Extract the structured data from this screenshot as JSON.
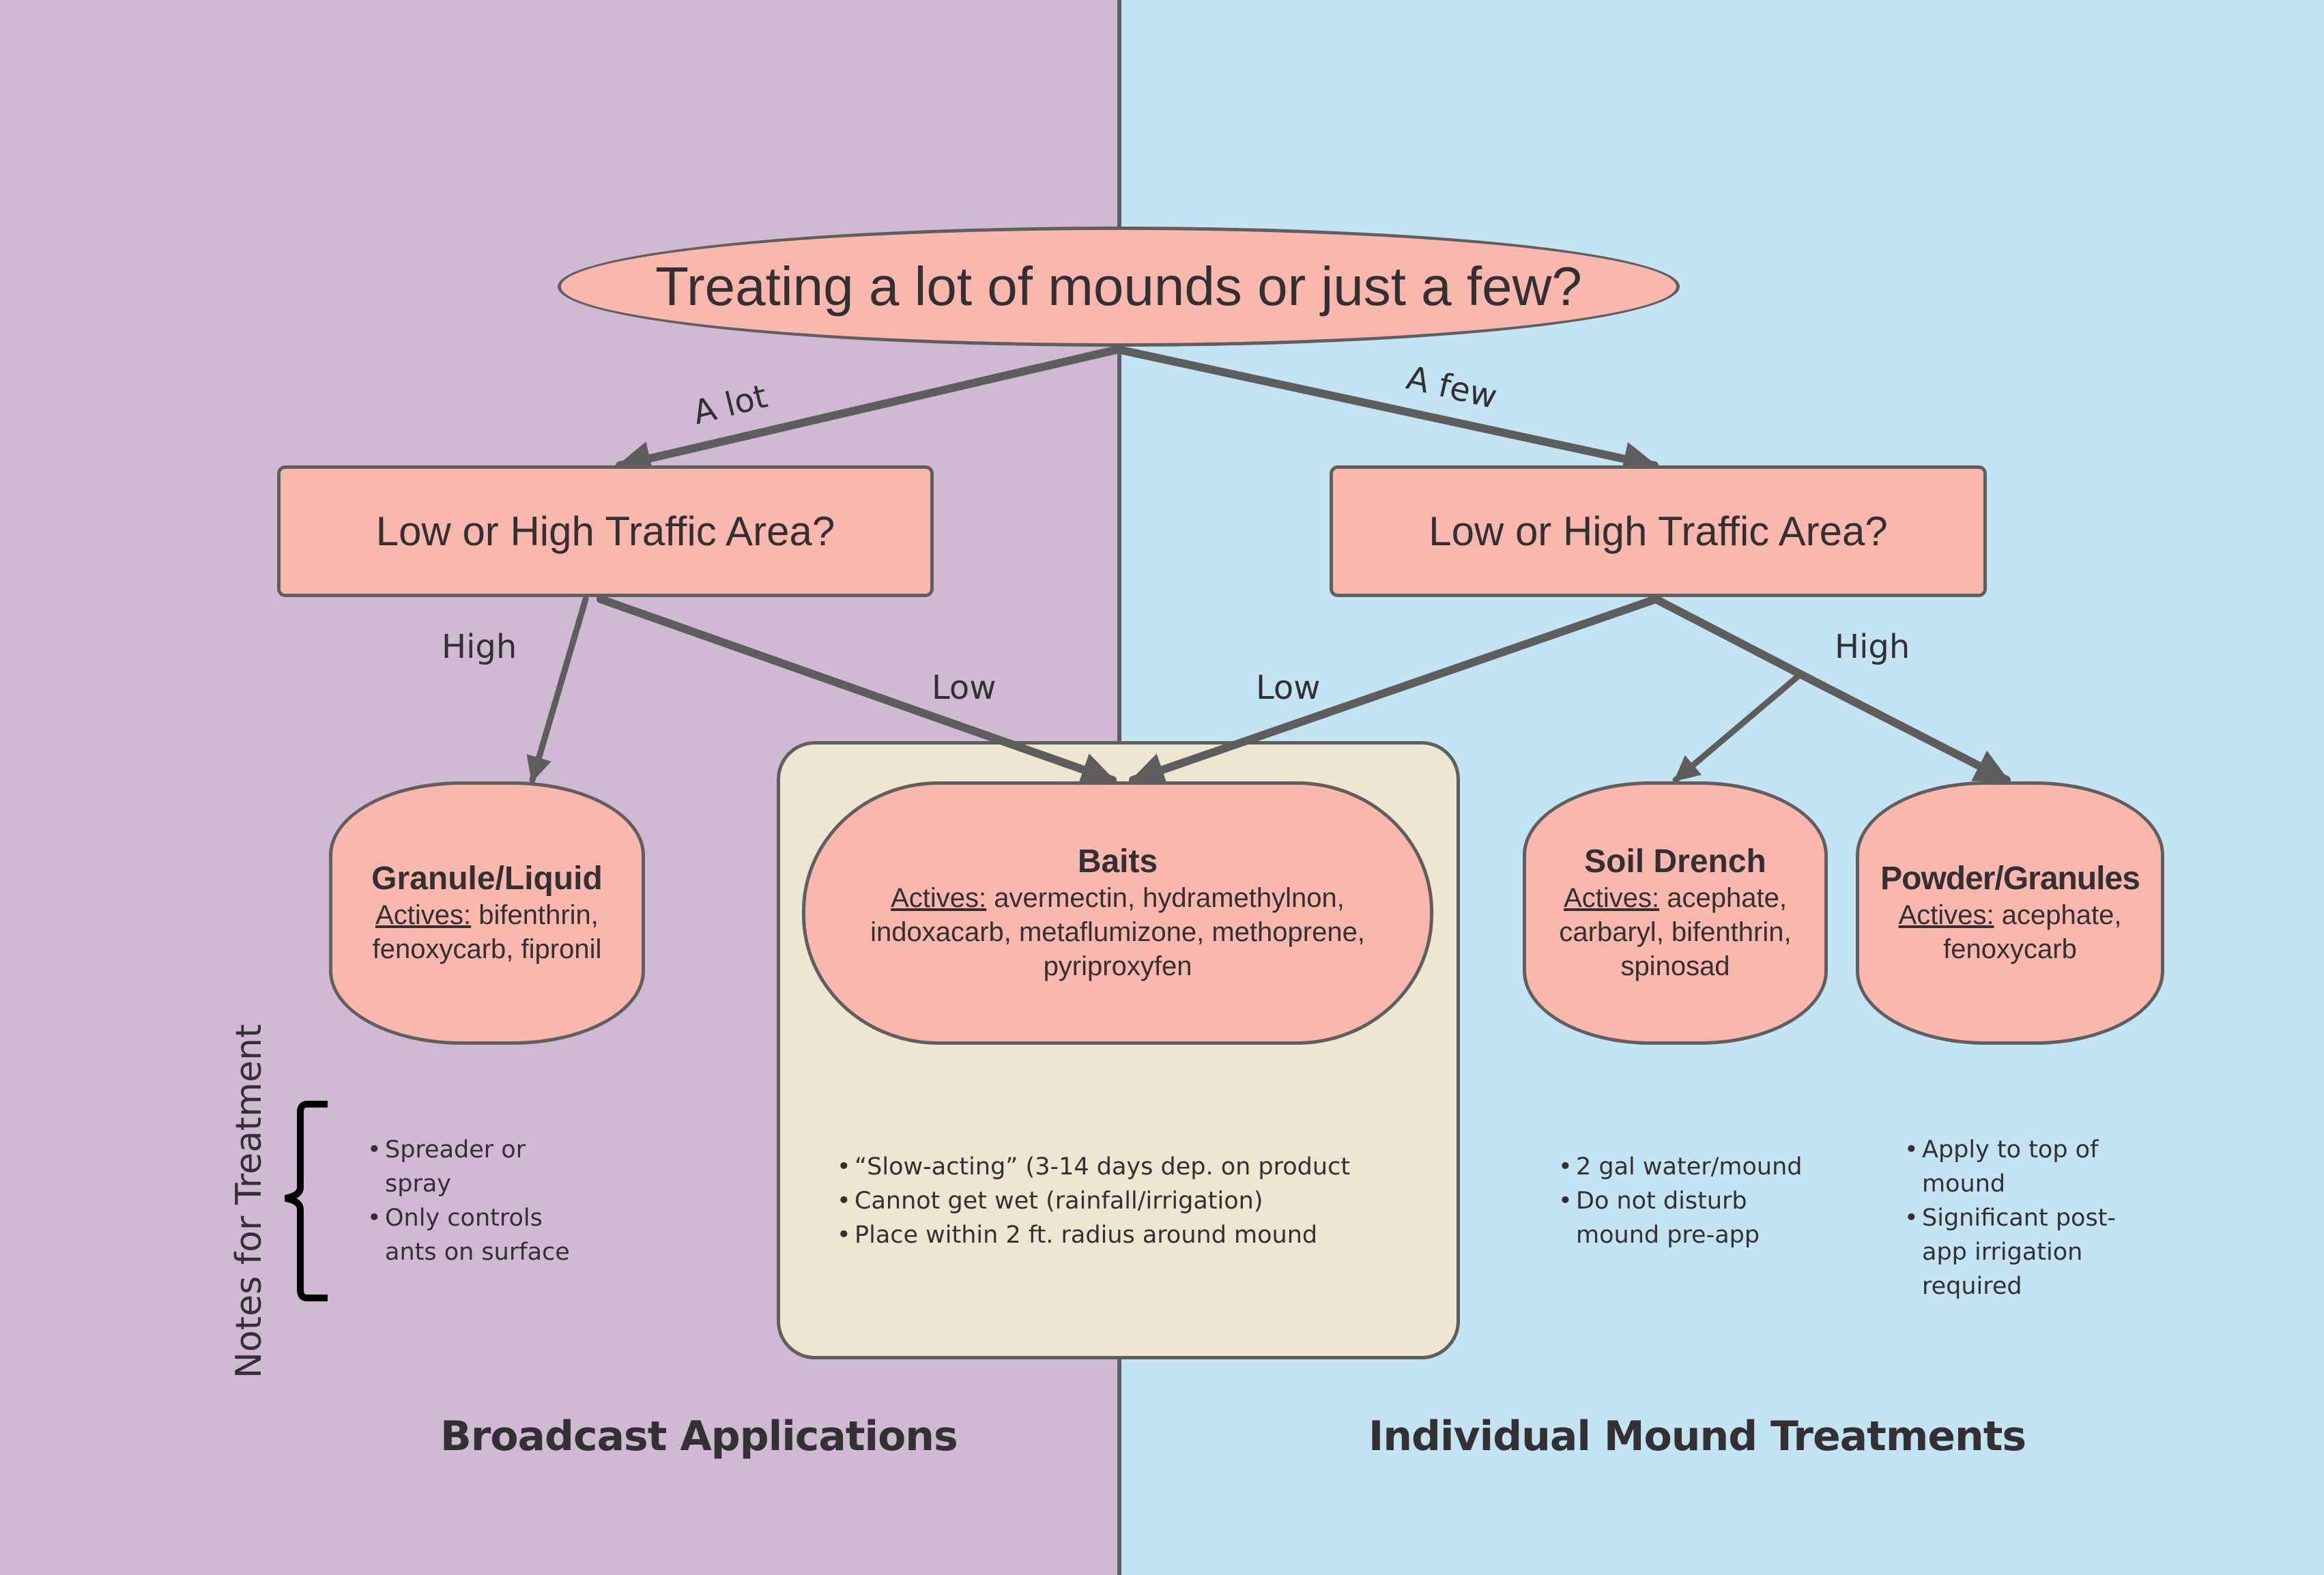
{
  "colors": {
    "broadcast_panel": "#cfb9d3",
    "individual_panel": "#c4e4f4",
    "node_fill": "#f9b7ae",
    "node_border": "#5f5f5f",
    "baits_container": "#ede6d1",
    "edge": "#5d5d5d",
    "text": "#333033"
  },
  "question": "Treating a lot of mounds or just a few?",
  "edges": {
    "a_lot": "A lot",
    "a_few": "A few",
    "left_high": "High",
    "left_low": "Low",
    "right_low": "Low",
    "right_high": "High"
  },
  "decisions": {
    "left": "Low or High Traffic Area?",
    "right": "Low or High Traffic Area?"
  },
  "treatments": {
    "granule": {
      "title": "Granule/Liquid",
      "actives_label": "Actives:",
      "actives": "bifenthrin, fenoxycarb, fipronil",
      "notes": [
        "Spreader or spray",
        "Only controls ants on surface"
      ]
    },
    "baits": {
      "title": "Baits",
      "actives_label": "Actives:",
      "actives": "avermectin, hydramethylnon, indoxacarb, metaflumizone, methoprene, pyriproxyfen",
      "notes": [
        "“Slow-acting” (3-14 days dep. on product",
        "Cannot get wet (rainfall/irrigation)",
        "Place within 2 ft. radius around mound"
      ]
    },
    "soil": {
      "title": "Soil Drench",
      "actives_label": "Actives:",
      "actives": "acephate, carbaryl, bifenthrin, spinosad",
      "notes": [
        "2 gal water/mound",
        "Do not disturb mound pre-app"
      ]
    },
    "powder": {
      "title": "Powder/Granules",
      "actives_label": "Actives:",
      "actives": "acephate, fenoxycarb",
      "notes": [
        "Apply to top of mound",
        "Significant post-app irrigation required"
      ]
    }
  },
  "notes_label": "Notes for Treatment",
  "sections": {
    "left": "Broadcast Applications",
    "right": "Individual Mound Treatments"
  }
}
